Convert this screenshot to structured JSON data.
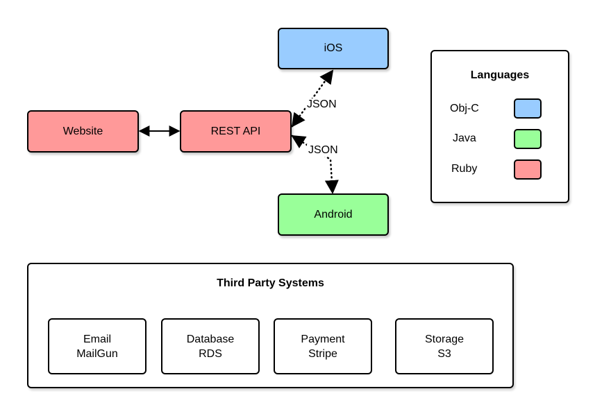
{
  "colors": {
    "ios": "#99ccff",
    "java": "#99ff99",
    "ruby": "#ff9999"
  },
  "nodes": {
    "ios": "iOS",
    "rest_api": "REST API",
    "website": "Website",
    "android": "Android"
  },
  "edges": {
    "ios_label": "JSON",
    "android_label": "JSON"
  },
  "legend": {
    "title": "Languages",
    "items": [
      {
        "label": "Obj-C",
        "color": "#99ccff"
      },
      {
        "label": "Java",
        "color": "#99ff99"
      },
      {
        "label": "Ruby",
        "color": "#ff9999"
      }
    ]
  },
  "third_party": {
    "title": "Third Party Systems",
    "services": [
      {
        "type": "Email",
        "name": "MailGun"
      },
      {
        "type": "Database",
        "name": "RDS"
      },
      {
        "type": "Payment",
        "name": "Stripe"
      },
      {
        "type": "Storage",
        "name": "S3"
      }
    ]
  }
}
